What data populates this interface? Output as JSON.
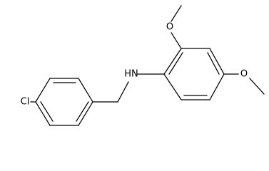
{
  "structure": {
    "atom_labels": {
      "nh": "HN",
      "cl": "Cl",
      "o_top": "O",
      "o_right": "O"
    },
    "colors": {
      "background": "#ffffff",
      "ink": "#000000"
    }
  }
}
